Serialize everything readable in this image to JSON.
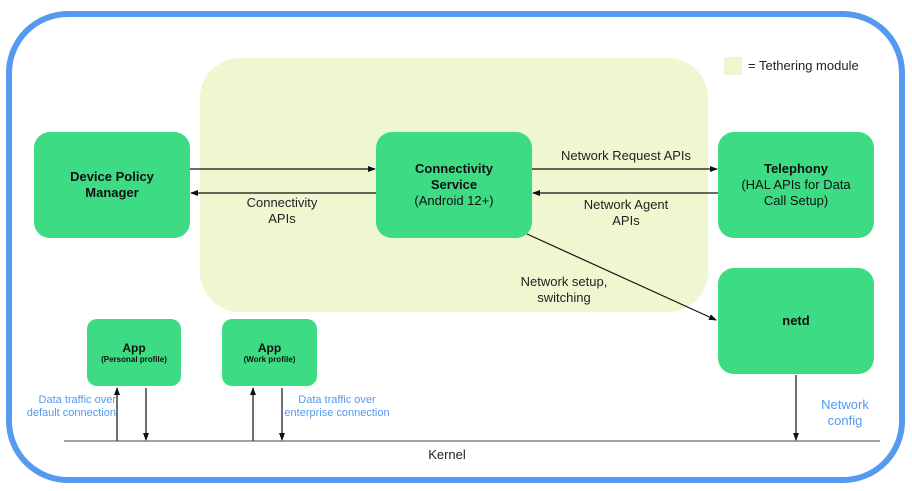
{
  "legend": {
    "label": "= Tethering module",
    "color": "#eef7cf"
  },
  "colors": {
    "component": "#3ddc84",
    "frame": "#5599f0",
    "annotation": "#5599f0"
  },
  "boxes": {
    "dpm": {
      "title": "Device Policy Manager"
    },
    "cs": {
      "title": "Connectivity Service",
      "subtitle": "(Android 12+)"
    },
    "telephony": {
      "title": "Telephony",
      "subtitle": "(HAL APIs for Data Call Setup)"
    },
    "netd": {
      "title": "netd"
    },
    "app_personal": {
      "title": "App",
      "subtitle": "(Personal profile)"
    },
    "app_work": {
      "title": "App",
      "subtitle": "(Work profile)"
    }
  },
  "labels": {
    "connectivity_apis": "Connectivity APIs",
    "network_request_apis": "Network Request APIs",
    "network_agent_apis": "Network Agent APIs",
    "network_setup": "Network setup, switching",
    "traffic_default": "Data traffic over default connection",
    "traffic_enterprise": "Data traffic over enterprise connection",
    "network_config": "Network config",
    "kernel": "Kernel"
  }
}
